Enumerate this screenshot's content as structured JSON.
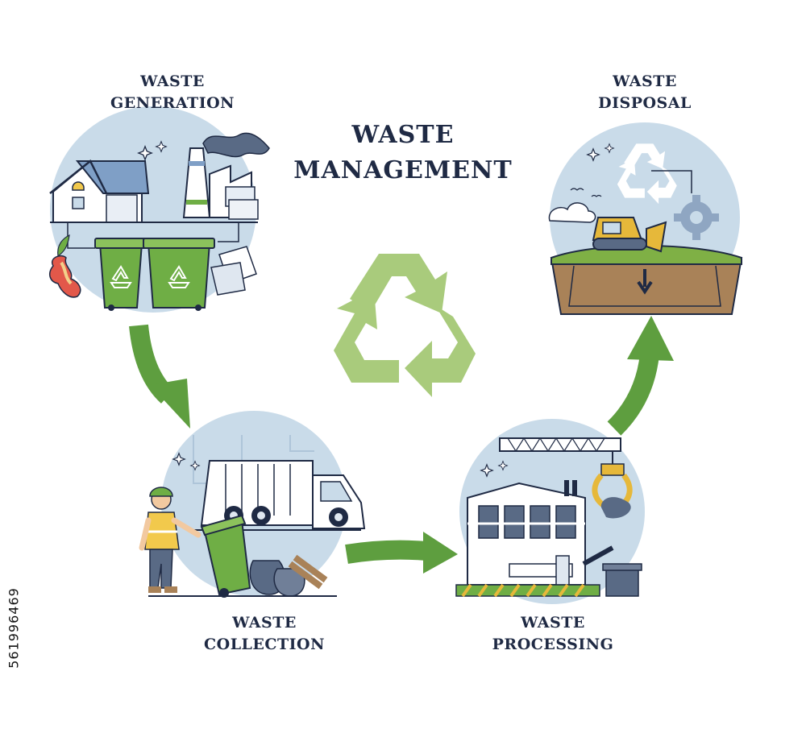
{
  "title": {
    "line1": "WASTE",
    "line2": "MANAGEMENT"
  },
  "stages": {
    "generation": {
      "line1": "WASTE",
      "line2": "GENERATION"
    },
    "collection": {
      "line1": "WASTE",
      "line2": "COLLECTION"
    },
    "processing": {
      "line1": "WASTE",
      "line2": "PROCESSING"
    },
    "disposal": {
      "line1": "WASTE",
      "line2": "DISPOSAL"
    }
  },
  "stock_id": "561996469",
  "colors": {
    "navy": "#1f2a44",
    "circle": "#c9dbe9",
    "arrow": "#5e9e3f",
    "recycle": "#a9cb7c",
    "bin": "#6fae45",
    "dirt": "#a98258",
    "grass": "#7fb045",
    "truck": "#e6b83a"
  },
  "icons": [
    "recycle-icon",
    "house-icon",
    "factory-icon",
    "recycle-bin-icon",
    "apple-core-icon",
    "garbage-truck-icon",
    "worker-icon",
    "trash-bag-icon",
    "crane-icon",
    "processing-plant-icon",
    "bulldozer-icon",
    "gear-icon",
    "cloud-icon",
    "landfill-icon",
    "sparkle-icon"
  ]
}
